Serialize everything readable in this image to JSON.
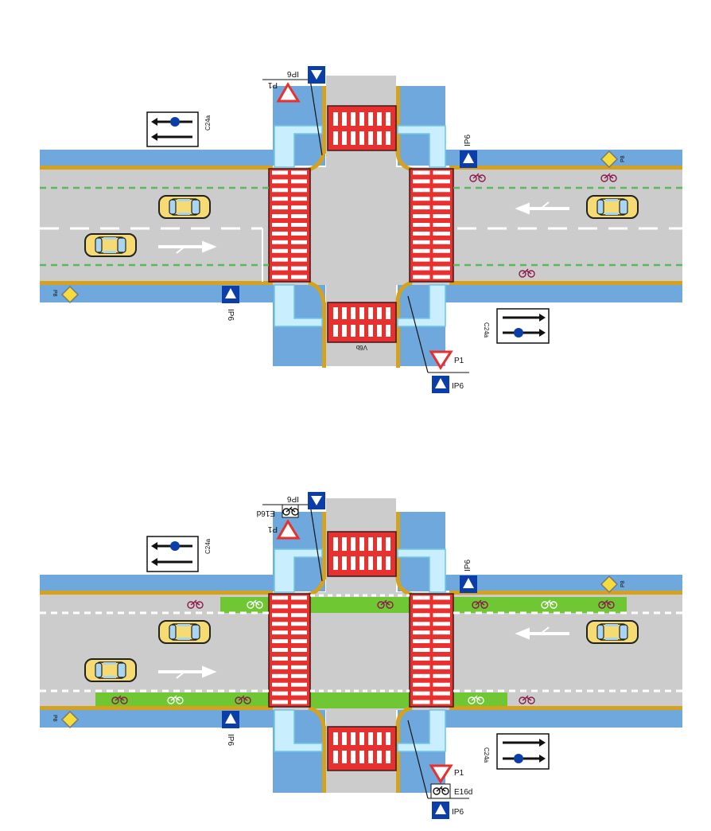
{
  "colors": {
    "road": "#cccccc",
    "water_sidewalk": "#6fa8dc",
    "curb": "#d6a21e",
    "crossing_red": "#e8312f",
    "bike_lane": "#6fc733",
    "refuge": "#c9efff",
    "sign_blue": "#0b3ea8",
    "car_body": "#f5db72"
  },
  "diagrams": [
    {
      "id": "top",
      "labels": {
        "ip6_top": "IP6",
        "p1_top": "P1",
        "c24a_left": "C24a",
        "ip6_right": "IP6",
        "p8_right": "P8",
        "p8_left": "P8",
        "ip6_left": "IP6",
        "c24a_right": "C24a",
        "v6b_bottom": "V6b",
        "p1_bottom": "P1",
        "ip6_bottom": "IP6"
      }
    },
    {
      "id": "bottom",
      "labels": {
        "ip6_top": "IP6",
        "e16d_top": "E16d",
        "p1_top": "P1",
        "c24a_left": "C24a",
        "ip6_right": "IP6",
        "p8_right": "P8",
        "p8_left": "P8",
        "ip6_left": "IP6",
        "c24a_right": "C24a",
        "p1_bottom": "P1",
        "e16d_bottom": "E16d",
        "ip6_bottom": "IP6"
      }
    }
  ],
  "icons": [
    "pedestrian-crossing-sign-icon",
    "yield-sign-icon",
    "priority-road-sign-icon",
    "bicycle-icon",
    "arrow-icon",
    "car-icon",
    "bike-path-sign-icon",
    "one-way-sign-icon"
  ]
}
